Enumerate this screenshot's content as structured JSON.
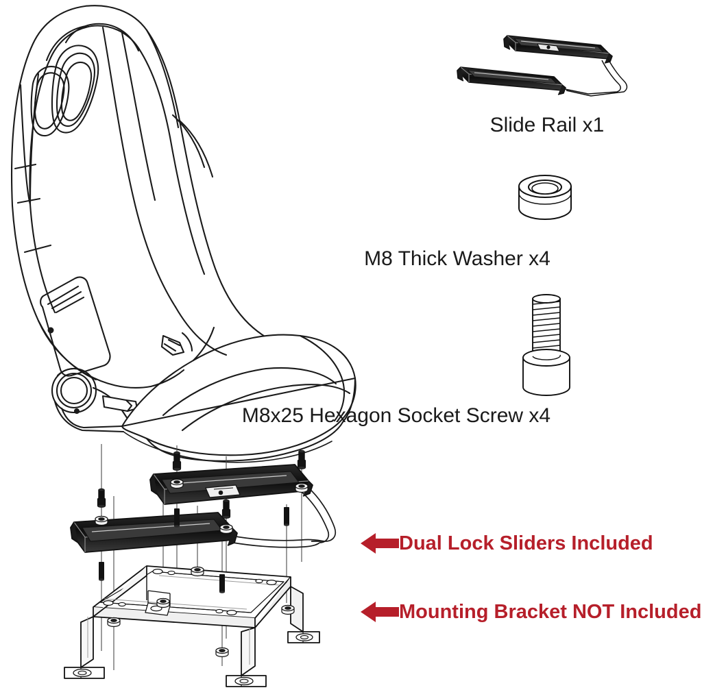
{
  "diagram": {
    "title": "Racing Seat Installation Exploded View",
    "background_color": "#ffffff",
    "line_color": "#1a1a1a",
    "accent_color": "#b61f2a"
  },
  "parts_list": [
    {
      "id": "slide-rail",
      "icon": "slide-rail-icon",
      "label": "Slide Rail x1",
      "quantity": "x1",
      "name": "Slide Rail"
    },
    {
      "id": "thick-washer",
      "icon": "thick-washer-icon",
      "label": "M8 Thick Washer x4",
      "quantity": "x4",
      "name": "M8 Thick Washer"
    },
    {
      "id": "hex-screw",
      "icon": "hex-socket-screw-icon",
      "label": "M8x25 Hexagon Socket Screw x4",
      "quantity": "x4",
      "name": "M8x25 Hexagon Socket Screw"
    }
  ],
  "callouts": [
    {
      "id": "dual-lock-sliders",
      "icon": "left-arrow-icon",
      "text": "Dual Lock Sliders Included",
      "color": "#b61f2a"
    },
    {
      "id": "mounting-bracket",
      "icon": "left-arrow-icon",
      "text": "Mounting Bracket NOT Included",
      "color": "#b61f2a"
    }
  ],
  "assembly": {
    "seat": "racing bucket seat with harness slots and recliner",
    "layers": [
      "seat",
      "upper slide rail",
      "lower slide rail",
      "mounting bracket"
    ]
  }
}
